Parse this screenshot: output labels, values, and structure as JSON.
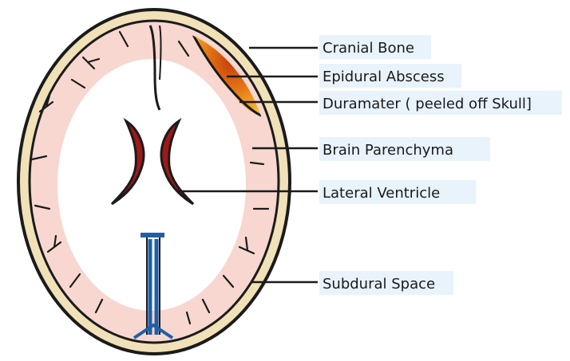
{
  "labels": {
    "cranial_bone": "Cranial Bone",
    "epidural_abscess": "Epidural Abscess",
    "duramater": "Duramater ( peeled off Skull]",
    "brain_parenchyma": "Brain Parenchyma",
    "lateral_ventricle": "Lateral Ventricle",
    "subdural_space": "Subdural Space"
  },
  "colors": {
    "skull": "#f1e1b8",
    "outline": "#1b1b1b",
    "brain_pink": "#f7d7cf",
    "white_matter": "#ffffff",
    "abscess_outer": "#f0a020",
    "abscess_inner": "#c84010",
    "ventricle_red": "#a01818",
    "falx_blue": "#1f5fa8",
    "vessel": "#1b1b1b"
  }
}
